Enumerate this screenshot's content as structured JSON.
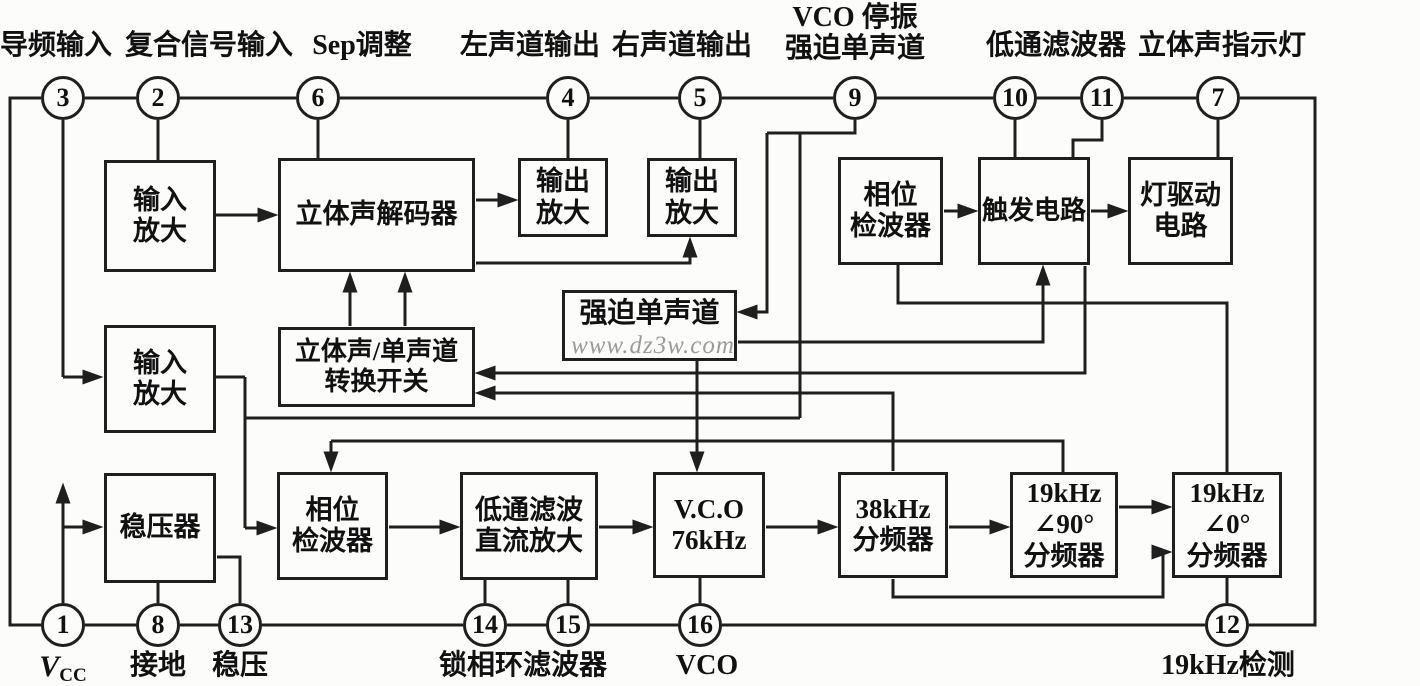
{
  "diagram": {
    "watermark": "www.dz3w.com"
  },
  "blocks": [
    {
      "id": "input-amp-1",
      "lines": [
        "输入",
        "放大"
      ]
    },
    {
      "id": "stereo-decoder",
      "lines": [
        "立体声解码器"
      ]
    },
    {
      "id": "output-amp-left",
      "lines": [
        "输出",
        "放大"
      ]
    },
    {
      "id": "output-amp-right",
      "lines": [
        "输出",
        "放大"
      ]
    },
    {
      "id": "phase-detector-top",
      "lines": [
        "相位",
        "检波器"
      ]
    },
    {
      "id": "trigger-circuit",
      "lines": [
        "触发电路"
      ]
    },
    {
      "id": "lamp-driver",
      "lines": [
        "灯驱动",
        "电路"
      ]
    },
    {
      "id": "forced-mono",
      "lines": [
        "强迫单声道"
      ]
    },
    {
      "id": "stereo-mono-switch",
      "lines": [
        "立体声/单声道",
        "转换开关"
      ]
    },
    {
      "id": "input-amp-2",
      "lines": [
        "输入",
        "放大"
      ]
    },
    {
      "id": "regulator",
      "lines": [
        "稳压器"
      ]
    },
    {
      "id": "phase-detector-bottom",
      "lines": [
        "相位",
        "检波器"
      ]
    },
    {
      "id": "lowpass-dc-amp",
      "lines": [
        "低通滤波",
        "直流放大"
      ]
    },
    {
      "id": "vco",
      "lines": [
        "V.C.O",
        "76kHz"
      ]
    },
    {
      "id": "divider-38khz",
      "lines": [
        "38kHz",
        "分频器"
      ]
    },
    {
      "id": "divider-19khz-90",
      "lines": [
        "19kHz",
        "∠90°",
        "分频器"
      ]
    },
    {
      "id": "divider-19khz-0",
      "lines": [
        "19kHz",
        "∠0°",
        "分频器"
      ]
    }
  ],
  "pins_top": [
    "3",
    "2",
    "6",
    "4",
    "5",
    "9",
    "10",
    "11",
    "7"
  ],
  "pins_bottom": [
    "1",
    "8",
    "13",
    "14",
    "15",
    "16",
    "12"
  ],
  "labels_top": [
    {
      "lines": [
        "导频输入"
      ]
    },
    {
      "lines": [
        "复合信号输入"
      ]
    },
    {
      "lines": [
        "Sep调整"
      ]
    },
    {
      "lines": [
        "左声道输出"
      ]
    },
    {
      "lines": [
        "右声道输出"
      ]
    },
    {
      "lines": [
        "VCO 停振",
        "强迫单声道"
      ]
    },
    {
      "lines": [
        "低通滤波器"
      ]
    },
    {
      "lines": [
        "立体声指示灯"
      ]
    }
  ],
  "labels_bottom": [
    {
      "type": "vcc",
      "main": "V",
      "sub": "CC"
    },
    {
      "type": "text",
      "lines": [
        "接地"
      ]
    },
    {
      "type": "text",
      "lines": [
        "稳压"
      ]
    },
    {
      "type": "text",
      "lines": [
        "锁相环滤波器"
      ]
    },
    {
      "type": "text",
      "lines": [
        "VCO"
      ]
    },
    {
      "type": "text",
      "lines": [
        "19kHz检测"
      ]
    }
  ]
}
